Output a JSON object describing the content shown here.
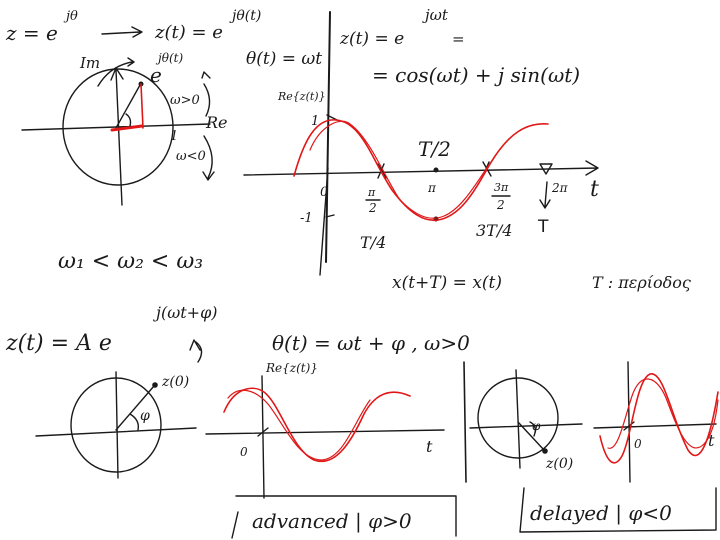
{
  "top_left": {
    "z_def": "z = e",
    "z_def_exp": "jθ",
    "zt": "z(t) = e",
    "zt_exp": "jθ(t)",
    "im": "Im",
    "re": "Re",
    "e_base": "e",
    "e_exp": "jθ(t)",
    "w_pos": "ω>0",
    "w_neg": "ω<0",
    "one": "1"
  },
  "top_mid": {
    "theta": "θ(t) = ωt",
    "zt": "z(t) = e",
    "zt_exp": "jωt",
    "eq": "=",
    "euler": "= cos(ωt) + j sin(ωt)",
    "re_label": "Re{z(t)}",
    "one": "1",
    "minus_one": "-1",
    "zero": "0",
    "pi_half_num": "π",
    "pi_half_den": "2",
    "pi": "π",
    "three_pi_num": "3π",
    "three_pi_den": "2",
    "two_pi": "2π",
    "t": "t",
    "T_half": "T/2",
    "T_quarter": "T/4",
    "three_T_quarter": "3T/4",
    "T": "T",
    "periodic": "x(t+T) = x(t)",
    "period_label": "T : περίοδος"
  },
  "omega_order": "ω₁ < ω₂ < ω₃",
  "bottom": {
    "zt": "z(t) = A e",
    "zt_exp": "j(ωt+φ)",
    "theta": "θ(t) = ωt + φ , ω>0",
    "z0": "z(0)",
    "phi": "φ",
    "re_label": "Re{z(t)}",
    "zero": "0",
    "t": "t",
    "advanced": "advanced | φ>0",
    "delayed": "delayed | φ<0"
  }
}
